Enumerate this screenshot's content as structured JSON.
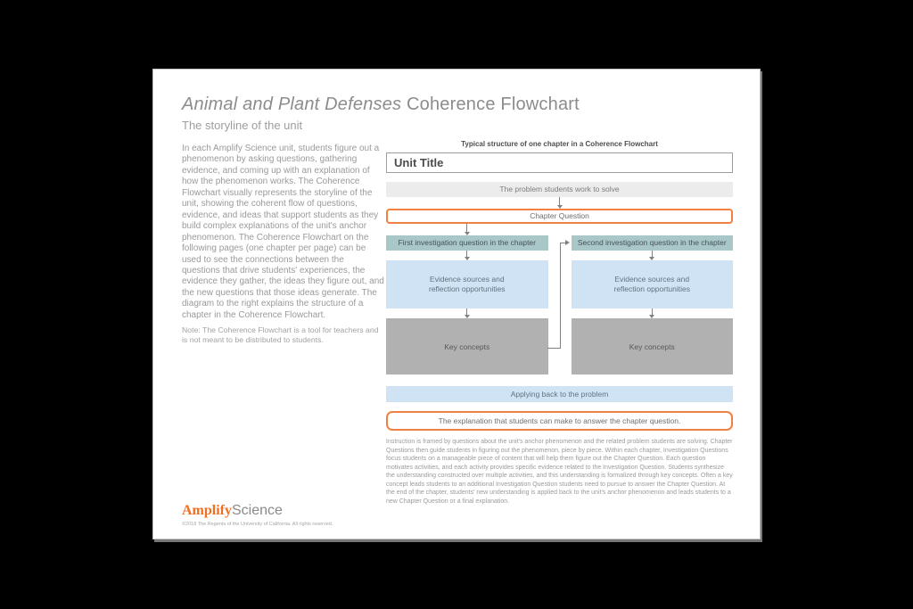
{
  "header": {
    "title_italic": "Animal and Plant Defenses",
    "title_rest": " Coherence Flowchart",
    "subtitle": "The storyline of the unit"
  },
  "intro": {
    "body": "In each Amplify Science unit, students figure out a phenomenon by asking questions, gathering evidence, and coming up with an explanation of how the phenomenon works. The Coherence Flowchart visually represents the storyline of the unit, showing the coherent flow of questions, evidence, and ideas that support students as they build complex explanations of the unit's anchor phenomenon. The Coherence Flowchart on the following pages (one chapter per page) can be used to see the connections between the questions that drive students' experiences, the evidence they gather, the ideas they figure out, and the new questions that those ideas generate. The diagram to the right explains the structure of a chapter in the Coherence Flowchart.",
    "note": "Note: The Coherence Flowchart is a tool for teachers and is not meant to be distributed to students."
  },
  "flowchart": {
    "header": "Typical structure of one chapter in a Coherence Flowchart",
    "unit_title": "Unit Title",
    "problem": "The problem students work to solve",
    "chapter_question": "Chapter Question",
    "columns": [
      {
        "investigation": "First investigation question in the chapter",
        "evidence": "Evidence sources and reflection opportunities",
        "key_concepts": "Key concepts"
      },
      {
        "investigation": "Second investigation question in the chapter",
        "evidence": "Evidence sources and reflection opportunities",
        "key_concepts": "Key concepts"
      }
    ],
    "applying": "Applying back to the problem",
    "explanation": "The explanation that students can make to answer the chapter question.",
    "caption": "Instruction is framed by questions about the unit's anchor phenomenon and the related problem students are solving. Chapter Questions then guide students in figuring out the phenomenon, piece by piece. Within each chapter, Investigation Questions focus students on a manageable piece of content that will help them figure out the Chapter Question. Each question motivates activities, and each activity provides specific evidence related to the Investigation Question. Students synthesize the understanding constructed over multiple activities, and this understanding is formalized through key concepts. Often a key concept leads students to an additional Investigation Question students need to pursue to answer the Chapter Question. At the end of the chapter, students' new understanding is applied back to the unit's anchor phenomenon and leads students to a new Chapter Question or a final explanation."
  },
  "footer": {
    "logo_amplify": "Amplify",
    "logo_science": "Science",
    "copyright": "©2018 The Regents of the University of California. All rights reserved."
  },
  "colors": {
    "accent_orange": "#F08142",
    "logo_orange": "#F26E21",
    "teal_box": "#A9C7C7",
    "light_blue_box": "#CFE3F4",
    "gray_box": "#B1B1B1",
    "light_gray_bar": "#ECECEC",
    "page_background": "#FFFFFF",
    "canvas_background": "#000000"
  }
}
